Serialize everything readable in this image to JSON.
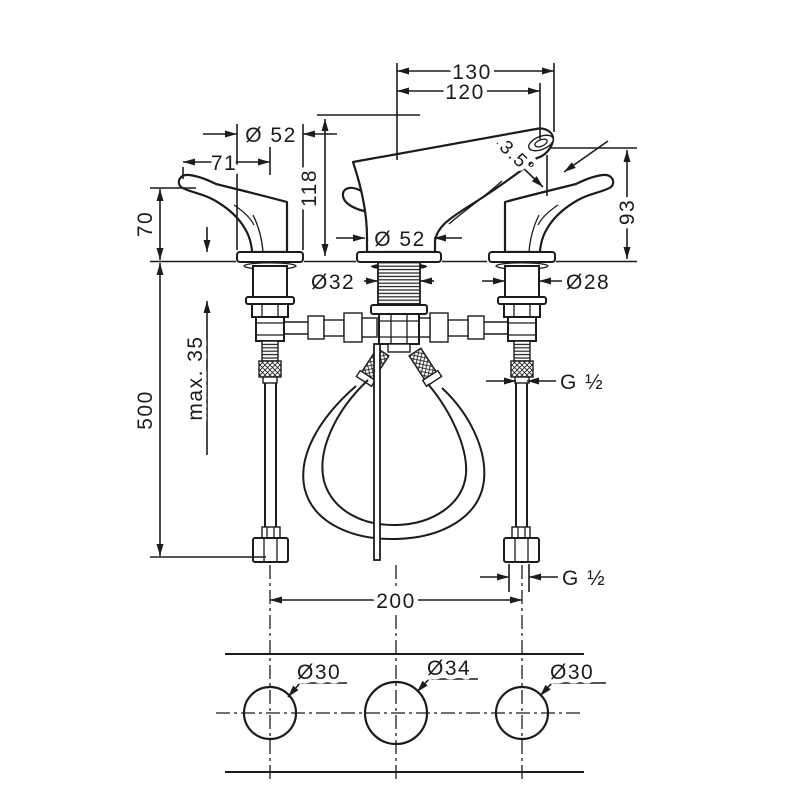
{
  "drawing": {
    "type": "technical-installation-drawing",
    "subject": "3-hole basin mixer with handles, spout, flexible hoses and hole plan",
    "colors": {
      "line": "#1c1c1c",
      "background": "#ffffff"
    },
    "dimensions": {
      "spout_reach_overall": "130",
      "spout_reach": "120",
      "handle_escutcheon_diameter": "Ø 52",
      "handle_reach": "71",
      "handle_height": "70",
      "spout_height": "118",
      "handle_tip_height": "93",
      "spout_angle": "3.5°",
      "spout_escutcheon_diameter": "Ø 52",
      "spout_shank_diameter": "Ø32",
      "handle_shank_diameter": "Ø28",
      "max_counter_thickness": "max. 35",
      "hose_length": "500",
      "hose_thread_mid": "G ½",
      "hose_thread_bottom": "G ½",
      "hole_spacing": "200",
      "hole_left_diameter": "Ø30",
      "hole_center_diameter": "Ø34",
      "hole_right_diameter": "Ø30"
    }
  }
}
